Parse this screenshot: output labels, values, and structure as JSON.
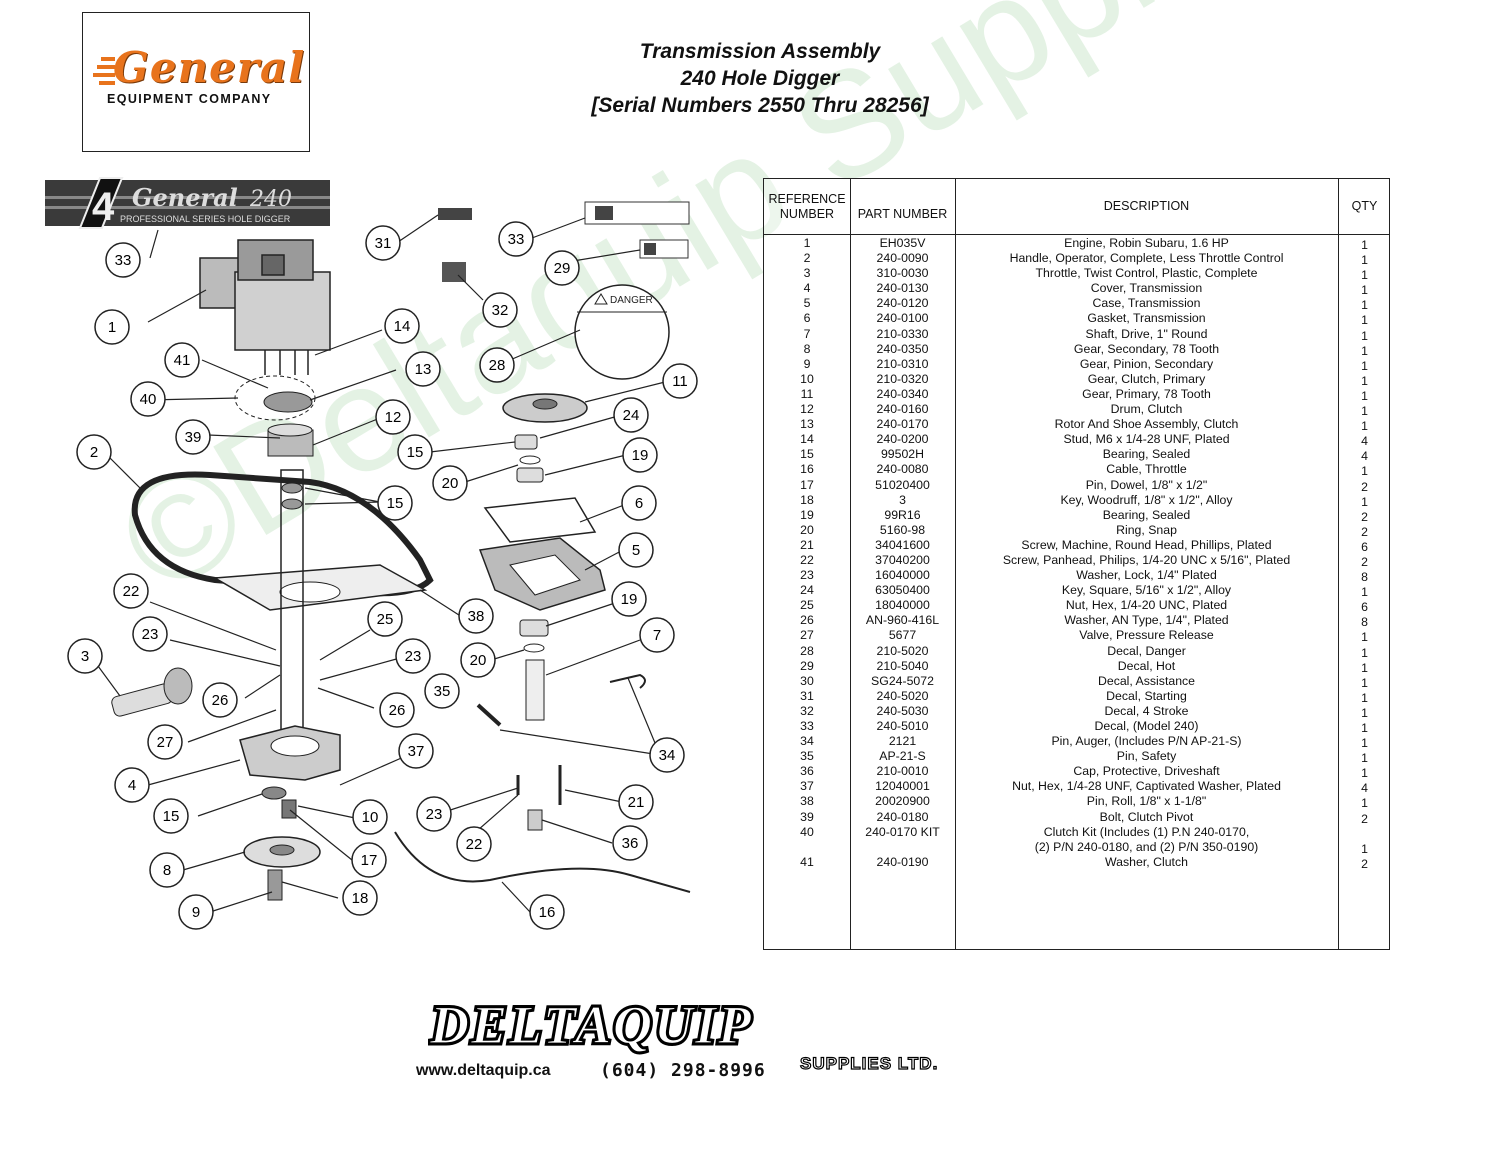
{
  "watermark": "©Deltaquip Supplies Ltd.",
  "brand": {
    "name": "General",
    "subtitle": "EQUIPMENT COMPANY",
    "accent": "#e8731c"
  },
  "title": {
    "line1": "Transmission Assembly",
    "line2": "240 Hole Digger",
    "line3": "[Serial Numbers 2550 Thru 28256]"
  },
  "diagram": {
    "banner_brand": "General",
    "banner_model": "240",
    "banner_series": "PROFESSIONAL SERIES HOLE DIGGER",
    "banner_badge": "4",
    "decal_danger": "DANGER",
    "callouts": [
      "33",
      "31",
      "33",
      "29",
      "1",
      "32",
      "14",
      "41",
      "13",
      "28",
      "40",
      "11",
      "12",
      "24",
      "39",
      "15",
      "19",
      "2",
      "20",
      "15",
      "6",
      "5",
      "22",
      "38",
      "19",
      "25",
      "23",
      "3",
      "23",
      "20",
      "7",
      "35",
      "26",
      "26",
      "27",
      "34",
      "37",
      "4",
      "21",
      "23",
      "15",
      "10",
      "22",
      "36",
      "17",
      "8",
      "18",
      "16",
      "9"
    ]
  },
  "table": {
    "headers": {
      "ref": "REFERENCE NUMBER",
      "part": "PART NUMBER",
      "desc": "DESCRIPTION",
      "qty": "QTY"
    },
    "rows": [
      {
        "ref": "1",
        "part": "EH035V",
        "desc": "Engine, Robin Subaru, 1.6 HP",
        "qty": "1"
      },
      {
        "ref": "2",
        "part": "240-0090",
        "desc": "Handle, Operator, Complete, Less Throttle Control",
        "qty": "1"
      },
      {
        "ref": "3",
        "part": "310-0030",
        "desc": "Throttle, Twist Control, Plastic, Complete",
        "qty": "1"
      },
      {
        "ref": "4",
        "part": "240-0130",
        "desc": "Cover, Transmission",
        "qty": "1"
      },
      {
        "ref": "5",
        "part": "240-0120",
        "desc": "Case, Transmission",
        "qty": "1"
      },
      {
        "ref": "6",
        "part": "240-0100",
        "desc": "Gasket, Transmission",
        "qty": "1"
      },
      {
        "ref": "7",
        "part": "210-0330",
        "desc": "Shaft, Drive, 1\" Round",
        "qty": "1"
      },
      {
        "ref": "8",
        "part": "240-0350",
        "desc": "Gear, Secondary, 78 Tooth",
        "qty": "1"
      },
      {
        "ref": "9",
        "part": "210-0310",
        "desc": "Gear, Pinion, Secondary",
        "qty": "1"
      },
      {
        "ref": "10",
        "part": "210-0320",
        "desc": "Gear, Clutch, Primary",
        "qty": "1"
      },
      {
        "ref": "11",
        "part": "240-0340",
        "desc": "Gear, Primary, 78 Tooth",
        "qty": "1"
      },
      {
        "ref": "12",
        "part": "240-0160",
        "desc": "Drum, Clutch",
        "qty": "1"
      },
      {
        "ref": "13",
        "part": "240-0170",
        "desc": "Rotor And Shoe Assembly, Clutch",
        "qty": "1"
      },
      {
        "ref": "14",
        "part": "240-0200",
        "desc": "Stud, M6 x 1/4-28 UNF, Plated",
        "qty": "4"
      },
      {
        "ref": "15",
        "part": "99502H",
        "desc": "Bearing, Sealed",
        "qty": "4"
      },
      {
        "ref": "16",
        "part": "240-0080",
        "desc": "Cable, Throttle",
        "qty": "1"
      },
      {
        "ref": "17",
        "part": "51020400",
        "desc": "Pin, Dowel, 1/8\" x 1/2\"",
        "qty": "2"
      },
      {
        "ref": "18",
        "part": "3",
        "desc": "Key, Woodruff, 1/8\" x 1/2\", Alloy",
        "qty": "1"
      },
      {
        "ref": "19",
        "part": "99R16",
        "desc": "Bearing, Sealed",
        "qty": "2"
      },
      {
        "ref": "20",
        "part": "5160-98",
        "desc": "Ring, Snap",
        "qty": "2"
      },
      {
        "ref": "21",
        "part": "34041600",
        "desc": "Screw, Machine, Round Head, Phillips, Plated",
        "qty": "6"
      },
      {
        "ref": "22",
        "part": "37040200",
        "desc": "Screw, Panhead, Philips, 1/4-20 UNC x 5/16\", Plated",
        "qty": "2"
      },
      {
        "ref": "23",
        "part": "16040000",
        "desc": "Washer, Lock, 1/4\" Plated",
        "qty": "8"
      },
      {
        "ref": "24",
        "part": "63050400",
        "desc": "Key, Square, 5/16\" x 1/2\", Alloy",
        "qty": "1"
      },
      {
        "ref": "25",
        "part": "18040000",
        "desc": "Nut, Hex, 1/4-20 UNC, Plated",
        "qty": "6"
      },
      {
        "ref": "26",
        "part": "AN-960-416L",
        "desc": "Washer, AN Type, 1/4\", Plated",
        "qty": "8"
      },
      {
        "ref": "27",
        "part": "5677",
        "desc": "Valve, Pressure Release",
        "qty": "1"
      },
      {
        "ref": "28",
        "part": "210-5020",
        "desc": "Decal, Danger",
        "qty": "1"
      },
      {
        "ref": "29",
        "part": "210-5040",
        "desc": "Decal, Hot",
        "qty": "1"
      },
      {
        "ref": "30",
        "part": "SG24-5072",
        "desc": "Decal, Assistance",
        "qty": "1"
      },
      {
        "ref": "31",
        "part": "240-5020",
        "desc": "Decal, Starting",
        "qty": "1"
      },
      {
        "ref": "32",
        "part": "240-5030",
        "desc": "Decal, 4 Stroke",
        "qty": "1"
      },
      {
        "ref": "33",
        "part": "240-5010",
        "desc": "Decal, (Model 240)",
        "qty": "1"
      },
      {
        "ref": "34",
        "part": "2121",
        "desc": "Pin, Auger, (Includes P/N AP-21-S)",
        "qty": "1"
      },
      {
        "ref": "35",
        "part": "AP-21-S",
        "desc": "Pin, Safety",
        "qty": "1"
      },
      {
        "ref": "36",
        "part": "210-0010",
        "desc": "Cap, Protective, Driveshaft",
        "qty": "1"
      },
      {
        "ref": "37",
        "part": "12040001",
        "desc": "Nut, Hex, 1/4-28 UNF, Captivated Washer, Plated",
        "qty": "4"
      },
      {
        "ref": "38",
        "part": "20020900",
        "desc": "Pin, Roll, 1/8\" x 1-1/8\"",
        "qty": "1"
      },
      {
        "ref": "39",
        "part": "240-0180",
        "desc": "Bolt, Clutch Pivot",
        "qty": "2"
      },
      {
        "ref": "40",
        "part": "240-0170 KIT",
        "desc": "Clutch Kit  (Includes (1) P.N 240-0170,",
        "desc2": "(2) P/N 240-0180, and (2) P/N 350-0190)",
        "qty": "1"
      },
      {
        "ref": "41",
        "part": "240-0190",
        "desc": "Washer, Clutch",
        "qty": "2"
      }
    ]
  },
  "footer": {
    "logo_main": "DELTAQUIP",
    "logo_sub": "SUPPLIES LTD.",
    "website": "www.deltaquip.ca",
    "phone": "(604) 298-8996"
  }
}
